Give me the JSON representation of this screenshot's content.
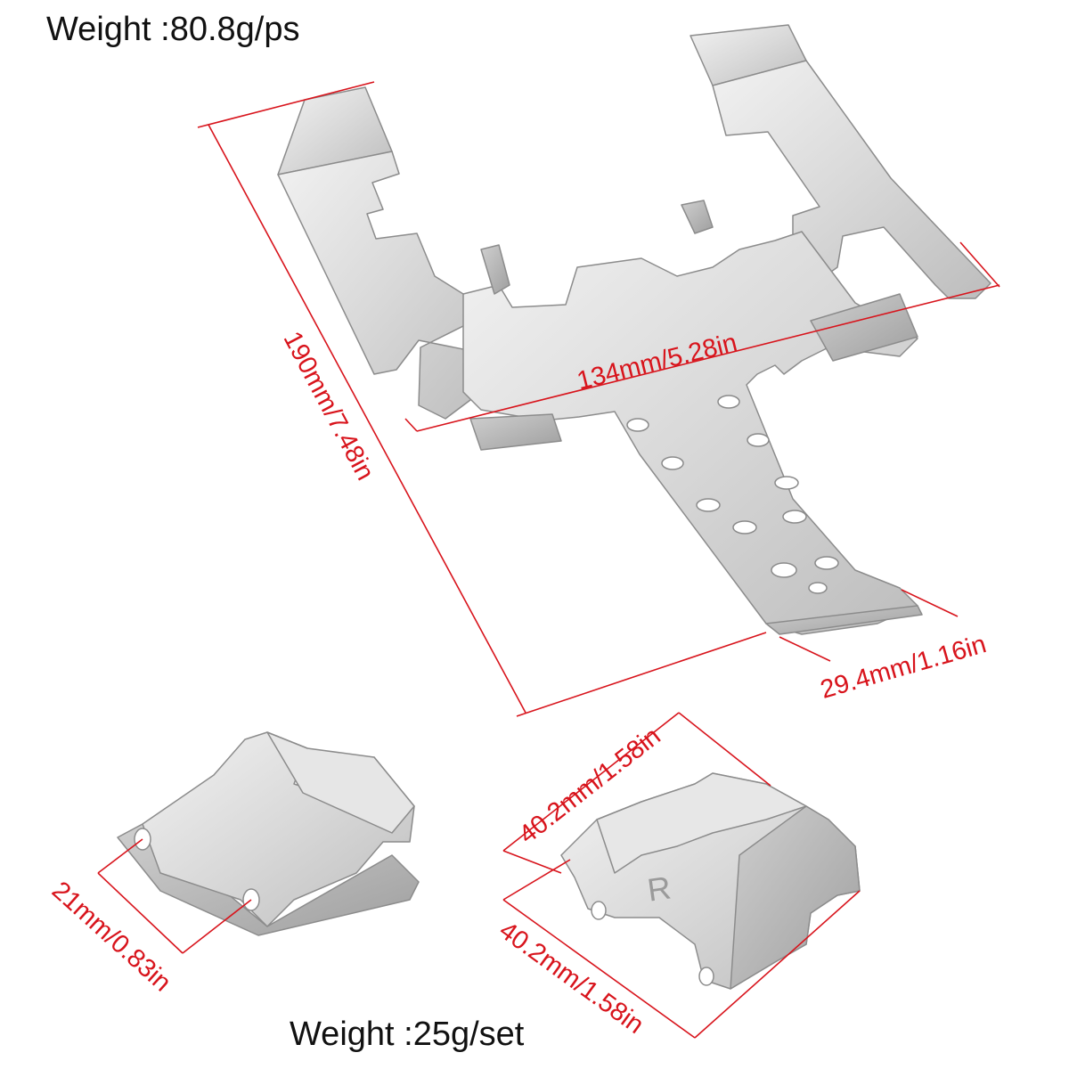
{
  "colors": {
    "dimension": "#d8141c",
    "metal_light": "#eeeeee",
    "metal_mid": "#d2d2d2",
    "metal_dark": "#a9a9a9",
    "outline": "#8c8c8c"
  },
  "weights": {
    "skid_plate": "Weight :80.8g/ps",
    "axle_guards": "Weight :25g/set"
  },
  "dimensions": {
    "length": "190mm/7.48in",
    "width": "134mm/5.28in",
    "tail_width": "29.4mm/1.16in",
    "left_guard_height": "21mm/0.83in",
    "right_guard_top": "40.2mm/1.58in",
    "right_guard_side": "40.2mm/1.58in"
  },
  "parts": {
    "guard_letter": "R"
  }
}
